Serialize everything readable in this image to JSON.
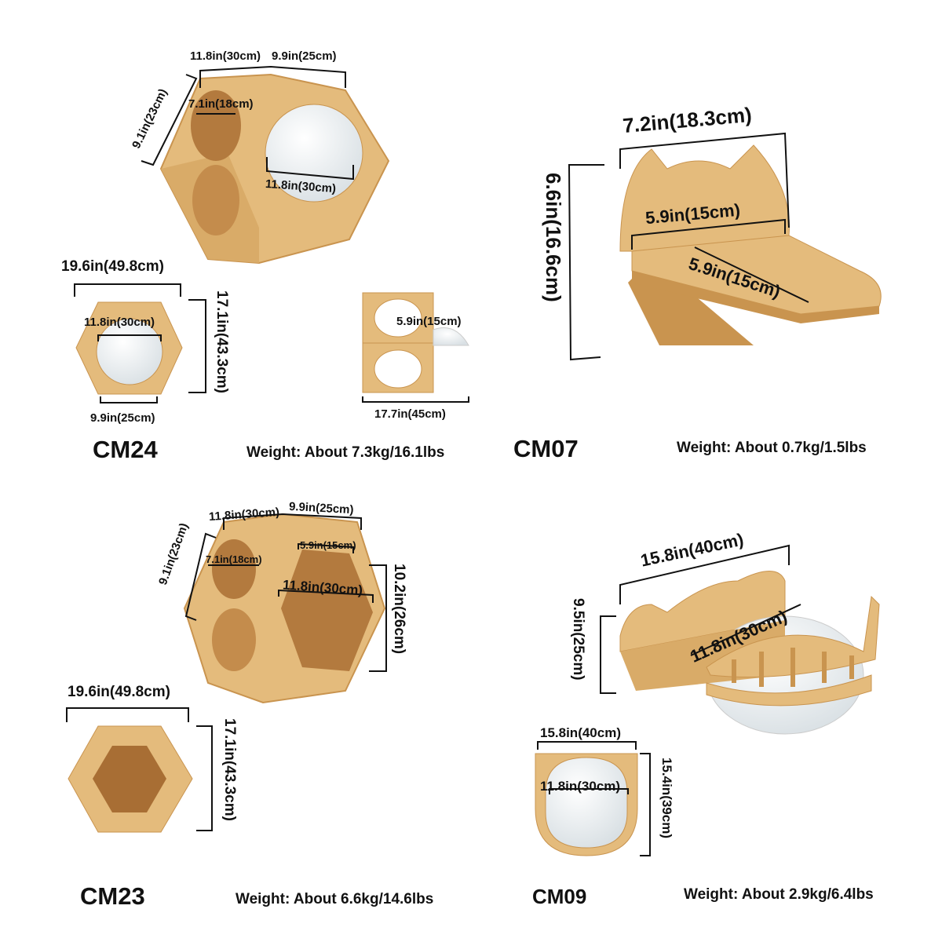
{
  "colors": {
    "wood": "#e4bb7c",
    "wood_dark": "#c9944f",
    "wood_hole": "#b37a3e",
    "acrylic": "#eef2f5",
    "line": "#111111"
  },
  "products": [
    {
      "model": "CM24",
      "weight": "Weight: About 7.3kg/16.1lbs",
      "dims": [
        "11.8in(30cm)",
        "9.9in(25cm)",
        "9.1in(23cm)",
        "7.1in(18cm)",
        "11.8in(30cm)",
        "19.6in(49.8cm)",
        "11.8in(30cm)",
        "17.1in(43.3cm)",
        "9.9in(25cm)",
        "5.9in(15cm)",
        "17.7in(45cm)"
      ]
    },
    {
      "model": "CM07",
      "weight": "Weight: About 0.7kg/1.5lbs",
      "dims": [
        "7.2in(18.3cm)",
        "6.6in(16.6cm)",
        "5.9in(15cm)",
        "5.9in(15cm)"
      ]
    },
    {
      "model": "CM23",
      "weight": "Weight: About 6.6kg/14.6lbs",
      "dims": [
        "11.8in(30cm)",
        "9.9in(25cm)",
        "9.1in(23cm)",
        "7.1in(18cm)",
        "5.9in(15cm)",
        "11.8in(30cm)",
        "10.2in(26cm)",
        "19.6in(49.8cm)",
        "17.1in(43.3cm)"
      ]
    },
    {
      "model": "CM09",
      "weight": "Weight: About 2.9kg/6.4lbs",
      "dims": [
        "15.8in(40cm)",
        "9.5in(25cm)",
        "11.8in(30cm)",
        "15.8in(40cm)",
        "11.8in(30cm)",
        "15.4in(39cm)"
      ]
    }
  ]
}
